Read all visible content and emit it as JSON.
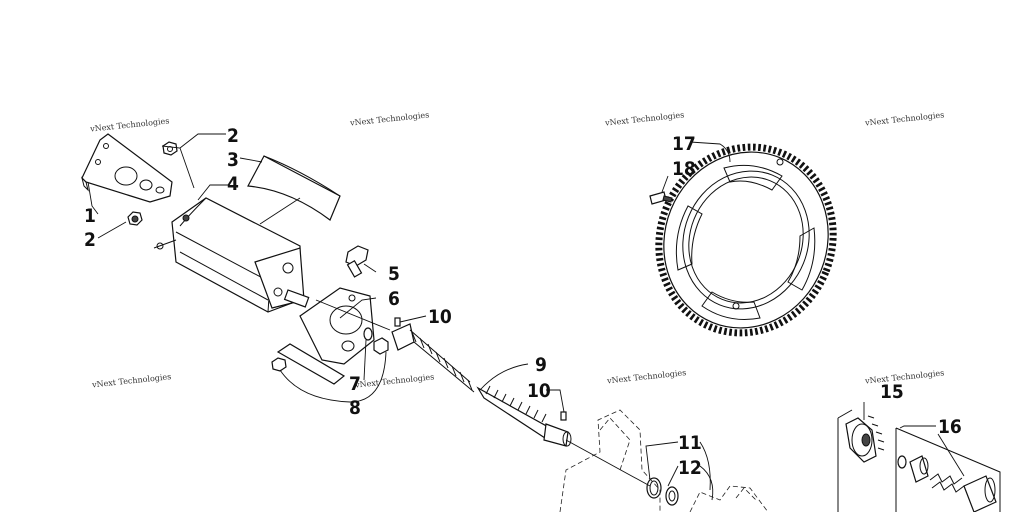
{
  "watermark": "vNext Technologies",
  "callouts": {
    "c1": "1",
    "c2a": "2",
    "c2b": "2",
    "c3": "3",
    "c4": "4",
    "c5": "5",
    "c6": "6",
    "c7": "7",
    "c8": "8",
    "c9": "9",
    "c10a": "10",
    "c10b": "10",
    "c11": "11",
    "c12": "12",
    "c15": "15",
    "c16": "16",
    "c17": "17",
    "c18": "18"
  }
}
